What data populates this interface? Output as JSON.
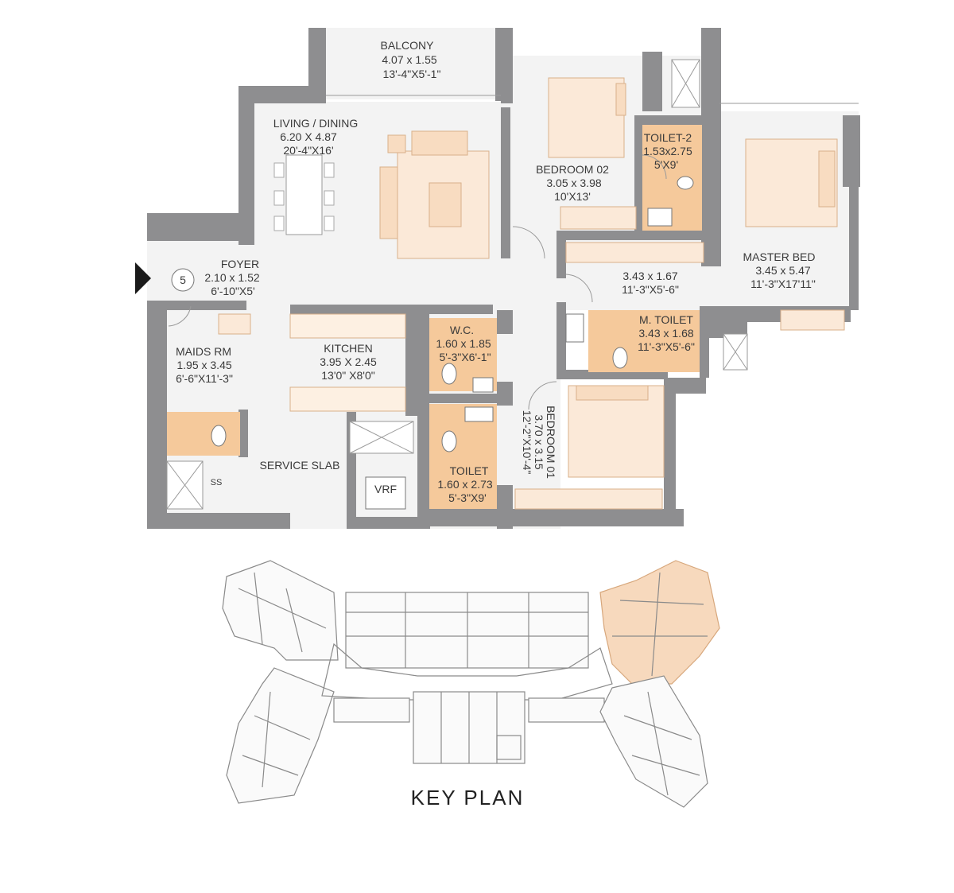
{
  "rooms": {
    "balcony": {
      "name": "BALCONY",
      "metric": "4.07 x 1.55",
      "imperial": "13'-4\"X5'-1\""
    },
    "living": {
      "name": "LIVING / DINING",
      "metric": "6.20 X 4.87",
      "imperial": "20'-4\"X16'"
    },
    "bedroom02": {
      "name": "BEDROOM 02",
      "metric": "3.05 x 3.98",
      "imperial": "10'X13'"
    },
    "toilet2": {
      "name": "TOILET-2",
      "metric": "1.53x2.75",
      "imperial": "5'X9'"
    },
    "master": {
      "name": "MASTER BED",
      "metric": "3.45 x 5.47",
      "imperial": "11'-3\"X17'11\""
    },
    "foyer": {
      "name": "FOYER",
      "metric": "2.10 x 1.52",
      "imperial": "6'-10\"X5'"
    },
    "passage": {
      "metric": "3.43 x 1.67",
      "imperial": "11'-3\"X5'-6\""
    },
    "maids": {
      "name": "MAIDS RM",
      "metric": "1.95 x 3.45",
      "imperial": "6'-6\"X11'-3\""
    },
    "kitchen": {
      "name": "KITCHEN",
      "metric": "3.95 X 2.45",
      "imperial": "13'0\" X8'0\""
    },
    "wc": {
      "name": "W.C.",
      "metric": "1.60 x 1.85",
      "imperial": "5'-3\"X6'-1\""
    },
    "mtoilet": {
      "name": "M. TOILET",
      "metric": "3.43 x 1.68",
      "imperial": "11'-3\"X5'-6\""
    },
    "bedroom01": {
      "name": "BEDROOM 01",
      "metric": "3.70 x 3.15",
      "imperial": "12'-2\"X10'-4\""
    },
    "toilet": {
      "name": "TOILET",
      "metric": "1.60 x 2.73",
      "imperial": "5'-3\"X9'"
    },
    "service": {
      "name": "SERVICE SLAB"
    },
    "vrf": {
      "name": "VRF"
    },
    "ss": {
      "name": "SS"
    }
  },
  "entry_number": "5",
  "key_plan": {
    "title": "KEY PLAN"
  },
  "colors": {
    "wall": "#8e8e90",
    "wet_area": "#f5c99b",
    "furniture": "#f8dcc1",
    "highlight_unit": "#f7d9bd"
  }
}
